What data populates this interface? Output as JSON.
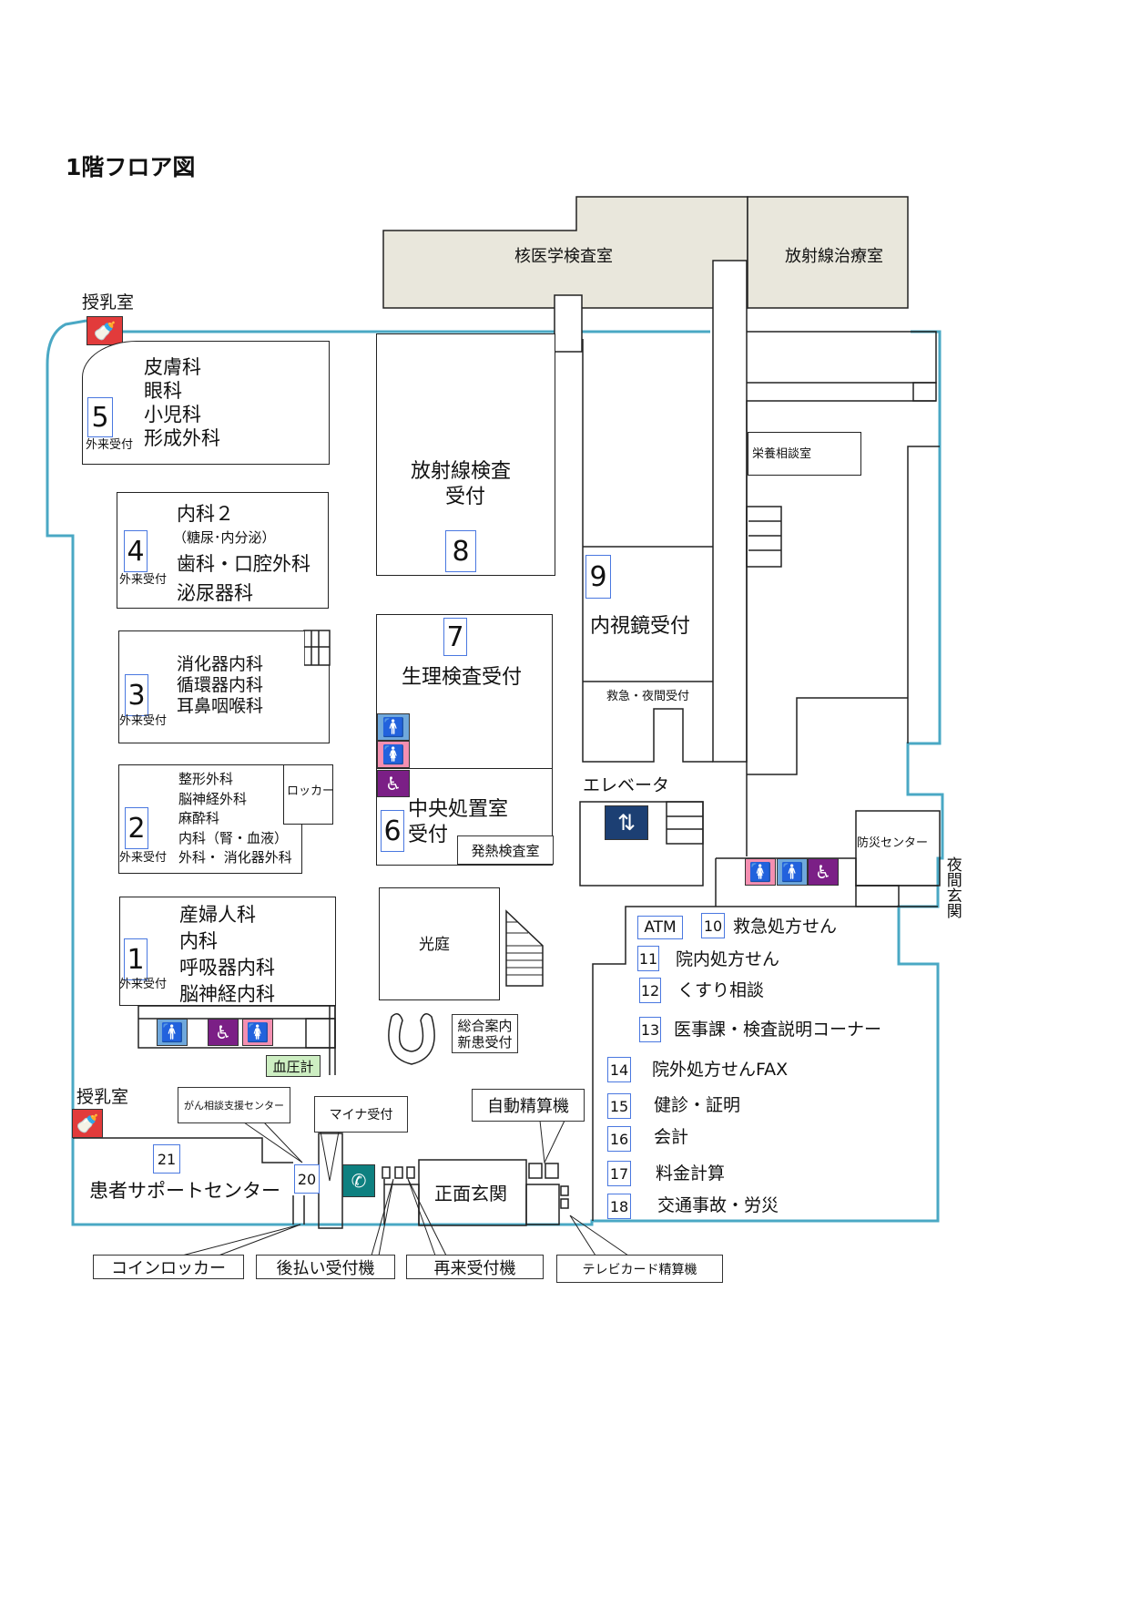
{
  "title": "1階フロア図",
  "colors": {
    "outline": "#4aa8c4",
    "badge_border": "#4a78e0",
    "room_gray": "#e9e7dc",
    "restroom_men": "#6fa8dc",
    "restroom_women": "#f48fb1",
    "restroom_accessible": "#7b1f86",
    "nursing_red": "#e23b3b",
    "phone_teal": "#0e8080",
    "elevator_navy": "#1c3f73",
    "blood_pressure_green": "#cdeec2"
  },
  "rooms": {
    "nuclear_medicine": "核医学検査室",
    "radiotherapy": "放射線治療室",
    "nursing_room_top": "授乳室",
    "nursing_room_bottom": "授乳室",
    "block5": {
      "badge": "5",
      "reception": "外来受付",
      "depts": [
        "皮膚科",
        "眼科",
        "小児科",
        "形成外科"
      ]
    },
    "block4": {
      "badge": "4",
      "reception": "外来受付",
      "depts": [
        "内科２",
        "（糖尿･内分泌）",
        "歯科・口腔外科",
        "泌尿器科"
      ]
    },
    "block3": {
      "badge": "3",
      "reception": "外来受付",
      "depts": [
        "消化器内科",
        "循環器内科",
        "耳鼻咽喉科"
      ]
    },
    "block2": {
      "badge": "2",
      "reception": "外来受付",
      "depts": [
        "整形外科",
        "脳神経外科",
        "麻酔科",
        "内科（腎・血液）",
        "外科・ 消化器外科"
      ],
      "locker": "ロッカー"
    },
    "block1": {
      "badge": "1",
      "reception": "外来受付",
      "depts": [
        "産婦人科",
        "内科",
        "呼吸器内科",
        "脳神経内科"
      ]
    },
    "radiology": {
      "badge": "8",
      "lines": [
        "放射線検査",
        "受付"
      ]
    },
    "physiology": {
      "badge": "7",
      "label": "生理検査受付"
    },
    "treatment": {
      "badge": "6",
      "lines": [
        "中央処置室",
        "受付"
      ],
      "fever": "発熱検査室"
    },
    "endoscopy": {
      "badge": "9",
      "label": "内視鏡受付"
    },
    "emergency_reception": "救急・夜間受付",
    "elevator": "エレベータ",
    "nutrition": "栄養相談室",
    "disaster_center": "防災センター",
    "night_entrance": "夜間玄関",
    "courtyard": "光庭",
    "info_desk": [
      "総合案内",
      "新患受付"
    ],
    "blood_pressure": "血圧計",
    "patient_support": {
      "badge": "21",
      "label": "患者サポートセンター"
    },
    "counter20": "20",
    "main_entrance": "正面玄関"
  },
  "counters": [
    {
      "badge": "ATM",
      "label": ""
    },
    {
      "badge": "10",
      "label": "救急処方せん"
    },
    {
      "badge": "11",
      "label": "院内処方せん"
    },
    {
      "badge": "12",
      "label": "くすり相談"
    },
    {
      "badge": "13",
      "label": "医事課・検査説明コーナー"
    },
    {
      "badge": "14",
      "label": "院外処方せんFAX"
    },
    {
      "badge": "15",
      "label": "健診・証明"
    },
    {
      "badge": "16",
      "label": "会計"
    },
    {
      "badge": "17",
      "label": "料金計算"
    },
    {
      "badge": "18",
      "label": "交通事故・労災"
    }
  ],
  "callouts": {
    "cancer_center": "がん相談支援センター",
    "my_number": "マイナ受付",
    "auto_payment": "自動精算機",
    "coin_locker": "コインロッカー",
    "deferred_payment": "後払い受付機",
    "revisit": "再来受付機",
    "tv_card": "テレビカード精算機"
  }
}
